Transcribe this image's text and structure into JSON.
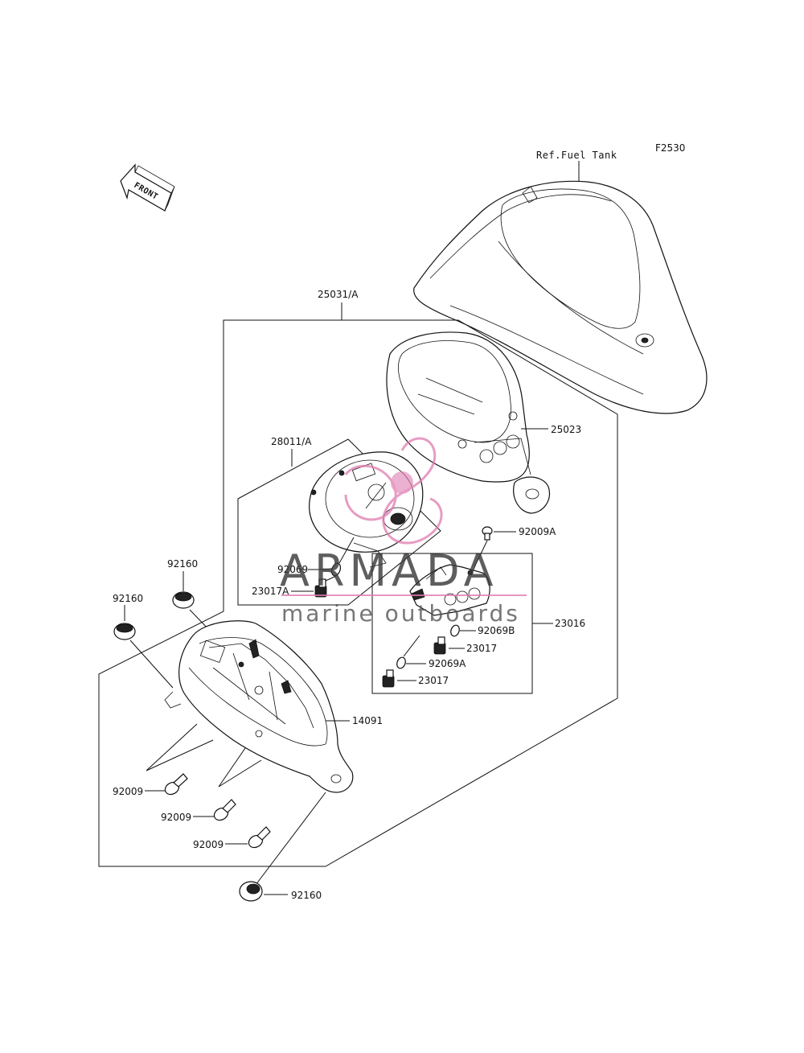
{
  "figure_code": "F2530",
  "front_label": "FRONT",
  "ref_label": "Ref.Fuel Tank",
  "watermark": {
    "brand": "ARMADA",
    "tagline": "marine outboards",
    "accent_color": "#e07bb0"
  },
  "labels": {
    "p25031A": "25031/A",
    "p25023": "25023",
    "p28011A": "28011/A",
    "p92009A_top": "92009A",
    "p92069": "92069",
    "p23017A": "23017A",
    "p23016": "23016",
    "p92069B": "92069B",
    "p23017_a": "23017",
    "p92069A": "92069A",
    "p23017_b": "23017",
    "p92160_a": "92160",
    "p92160_b": "92160",
    "p14091": "14091",
    "p92009_a": "92009",
    "p92009_b": "92009",
    "p92009_c": "92009",
    "p92160_c": "92160"
  }
}
